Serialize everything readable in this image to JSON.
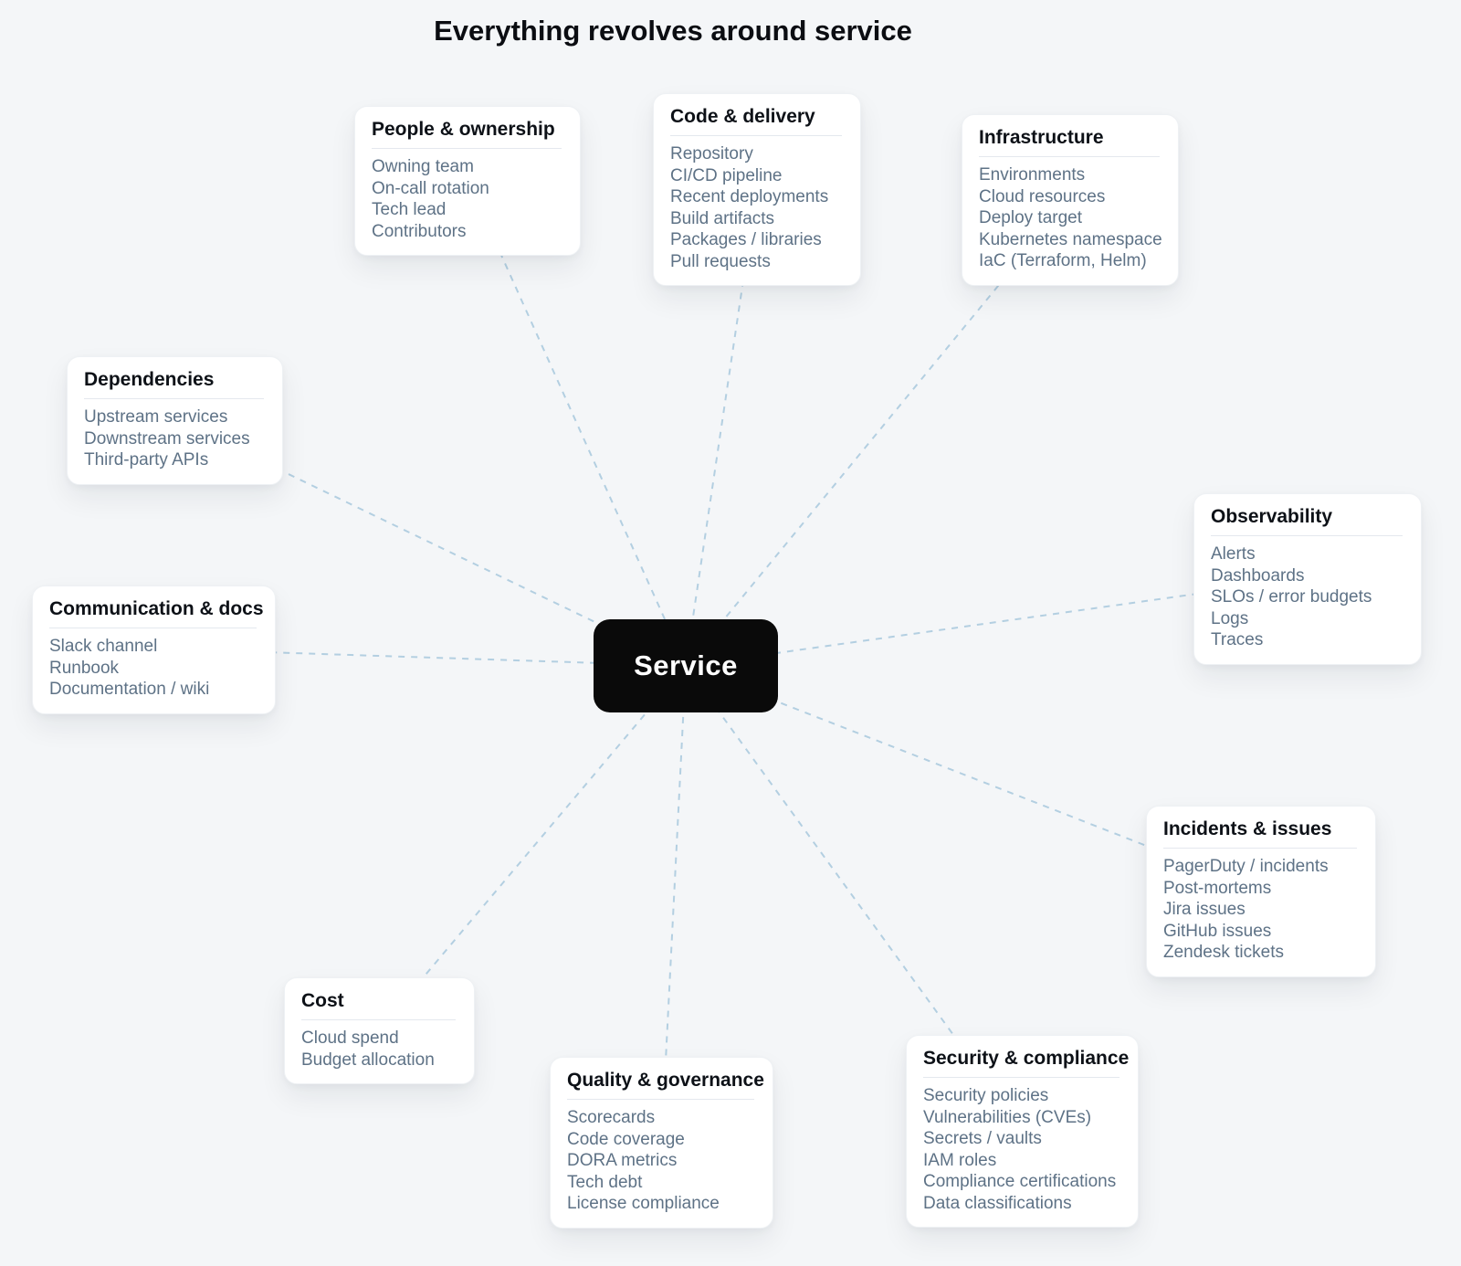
{
  "page": {
    "title": "Everything revolves around service"
  },
  "center_node": {
    "label": "Service"
  },
  "cards": [
    {
      "title": "People & ownership",
      "items": [
        "Owning team",
        "On-call rotation",
        "Tech lead",
        "Contributors"
      ]
    },
    {
      "title": "Code & delivery",
      "items": [
        "Repository",
        "CI/CD pipeline",
        "Recent deployments",
        "Build artifacts",
        "Packages / libraries",
        "Pull requests"
      ]
    },
    {
      "title": "Infrastructure",
      "items": [
        "Environments",
        "Cloud resources",
        "Deploy target",
        "Kubernetes namespace",
        "IaC (Terraform, Helm)"
      ]
    },
    {
      "title": "Dependencies",
      "items": [
        "Upstream services",
        "Downstream services",
        "Third-party APIs"
      ]
    },
    {
      "title": "Communication & docs",
      "items": [
        "Slack channel",
        "Runbook",
        "Documentation / wiki"
      ]
    },
    {
      "title": "Observability",
      "items": [
        "Alerts",
        "Dashboards",
        "SLOs / error budgets",
        "Logs",
        "Traces"
      ]
    },
    {
      "title": "Incidents & issues",
      "items": [
        "PagerDuty / incidents",
        "Post-mortems",
        "Jira issues",
        "GitHub issues",
        "Zendesk tickets"
      ]
    },
    {
      "title": "Cost",
      "items": [
        "Cloud spend",
        "Budget allocation"
      ]
    },
    {
      "title": "Quality & governance",
      "items": [
        "Scorecards",
        "Code coverage",
        "DORA metrics",
        "Tech debt",
        "License compliance"
      ]
    },
    {
      "title": "Security & compliance",
      "items": [
        "Security policies",
        "Vulnerabilities (CVEs)",
        "Secrets / vaults",
        "IAM roles",
        "Compliance certifications",
        "Data classifications"
      ]
    }
  ],
  "colors": {
    "background": "#f4f6f8",
    "connector": "#b3cfe1",
    "card_background": "#ffffff",
    "card_title_text": "#0d1117",
    "card_item_text": "#5e7286",
    "center_node_background": "#0a0a0a",
    "center_node_text": "#ffffff"
  }
}
